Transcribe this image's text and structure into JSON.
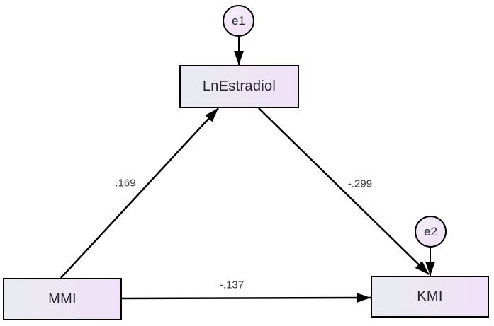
{
  "diagram": {
    "type": "path-model",
    "nodes": {
      "e1": {
        "label": "e1",
        "shape": "circle"
      },
      "e2": {
        "label": "e2",
        "shape": "circle"
      },
      "lnestradiol": {
        "label": "LnEstradiol",
        "shape": "rect"
      },
      "mmi": {
        "label": "MMI",
        "shape": "rect"
      },
      "kmi": {
        "label": "KMI",
        "shape": "rect"
      }
    },
    "edges": {
      "e1_to_lnestradiol": {
        "from": "e1",
        "to": "LnEstradiol",
        "coefficient": ""
      },
      "e2_to_kmi": {
        "from": "e2",
        "to": "KMI",
        "coefficient": ""
      },
      "mmi_to_lnestradiol": {
        "from": "MMI",
        "to": "LnEstradiol",
        "coefficient": ".169"
      },
      "lnestradiol_to_kmi": {
        "from": "LnEstradiol",
        "to": "KMI",
        "coefficient": "-.299"
      },
      "mmi_to_kmi": {
        "from": "MMI",
        "to": "KMI",
        "coefficient": "-.137"
      }
    },
    "colors": {
      "background": "#ffffff",
      "node_border": "#000000",
      "node_fill_left": "#e9ebf1",
      "node_fill_right": "#f1e1f8",
      "circle_fill": "#f0e2f7",
      "line": "#000000",
      "node_text": "#24242e",
      "coefficient_text": "#3c3c3c"
    }
  }
}
